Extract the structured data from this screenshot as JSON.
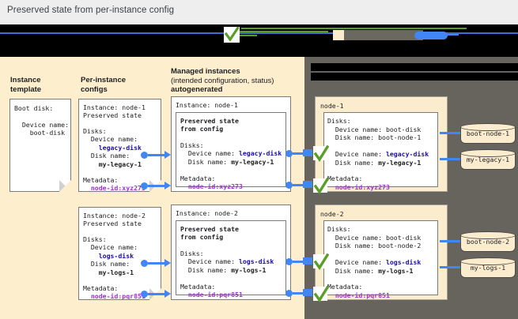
{
  "caption": "Preserved state from per-instance config",
  "banner": {
    "check_icon": "green-check-icon",
    "redacted": true
  },
  "columns": {
    "instance_template": {
      "title": "Instance\ntemplate",
      "line1": "Instance",
      "line2": "template"
    },
    "per_instance_configs": {
      "line1": "Per-instance",
      "line2": "configs"
    },
    "managed_instances": {
      "line1": "Managed instances",
      "line2": "(intended configuration, status)",
      "line3": "autogenerated"
    }
  },
  "instance_template_doc": {
    "l1": "Boot disk:",
    "l2": "",
    "l3": "  Device name:",
    "l4": "    boot-disk"
  },
  "per_instance_configs": [
    {
      "id": "node-1",
      "header1": "Instance: node-1",
      "header2": "Preserved state",
      "disks_label": "Disks:",
      "device_name_label": "  Device name:",
      "device_name_value": "    legacy-disk",
      "disk_name_label": "  Disk name:",
      "disk_name_value": "    my-legacy-1",
      "metadata_label": "Metadata:",
      "metadata_value": "  node-id:xyz273"
    },
    {
      "id": "node-2",
      "header1": "Instance: node-2",
      "header2": "Preserved state",
      "disks_label": "Disks:",
      "device_name_label": "  Device name:",
      "device_name_value": "    logs-disk",
      "disk_name_label": "  Disk name:",
      "disk_name_value": "    my-logs-1",
      "metadata_label": "Metadata:",
      "metadata_value": "  node-id:pqr851"
    }
  ],
  "managed_instances": [
    {
      "id": "node-1",
      "title": "Instance: node-1",
      "preserved1": "Preserved state",
      "preserved2": "from config",
      "disks_label": "Disks:",
      "device_name_label": "  Device name: ",
      "device_name_value": "legacy-disk",
      "disk_name_label": "  Disk name: ",
      "disk_name_value": "my-legacy-1",
      "metadata_label": "Metadata:",
      "metadata_value": "  node-id:xyz273"
    },
    {
      "id": "node-2",
      "title": "Instance: node-2",
      "preserved1": "Preserved state",
      "preserved2": "from config",
      "disks_label": "Disks:",
      "device_name_label": "  Device name: ",
      "device_name_value": "logs-disk",
      "disk_name_label": "  Disk name: ",
      "disk_name_value": "my-logs-1",
      "metadata_label": "Metadata:",
      "metadata_value": "  node-id:pqr851"
    }
  ],
  "nodes": [
    {
      "id": "node-1",
      "title": "node-1",
      "disks_label": "Disks:",
      "boot_device_line": "  Device name: boot-disk",
      "boot_disk_line": "  Disk name: boot-node-1",
      "extra_device_label": "  Device name: ",
      "extra_device_value": "legacy-disk",
      "extra_disk_label": "  Disk name: ",
      "extra_disk_value": "my-legacy-1",
      "metadata_label": "Metadata:",
      "metadata_value": "  node-id:xyz273",
      "disks": [
        {
          "name": "boot-node-1"
        },
        {
          "name": "my-legacy-1"
        }
      ]
    },
    {
      "id": "node-2",
      "title": "node-2",
      "disks_label": "Disks:",
      "boot_device_line": "  Device name: boot-disk",
      "boot_disk_line": "  Disk name: boot-node-2",
      "extra_device_label": "  Device name: ",
      "extra_device_value": "logs-disk",
      "extra_disk_label": "  Disk name: ",
      "extra_disk_value": "my-logs-1",
      "metadata_label": "Metadata:",
      "metadata_value": "  node-id:pqr851",
      "disks": [
        {
          "name": "boot-node-2"
        },
        {
          "name": "my-logs-1"
        }
      ]
    }
  ],
  "colors": {
    "cream_panel": "#fdeecd",
    "gray_panel": "#66645c",
    "connector_blue": "#4285f4",
    "value_blue": "#1a0dab",
    "value_purple": "#a12ed4",
    "check_green": "#5a9e27",
    "caption_bg": "#eeeeee"
  }
}
